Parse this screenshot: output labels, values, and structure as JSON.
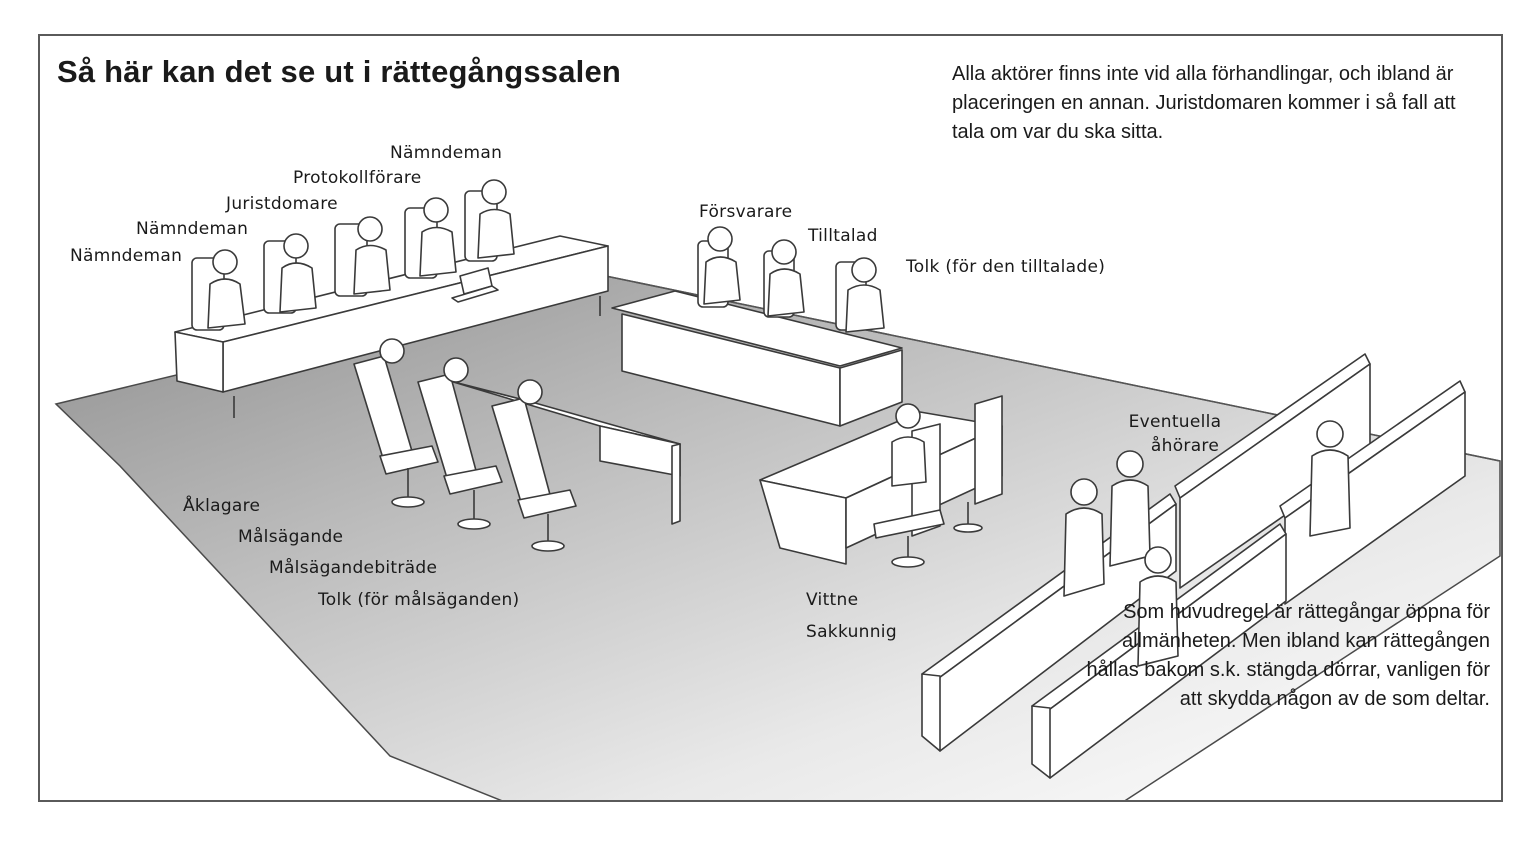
{
  "title": "Så här kan det se ut i rättegångssalen",
  "note_top": "Alla aktörer finns inte vid alla förhandlingar, och ibland är placeringen en annan. Juristdomaren kommer i så fall att tala om var du ska sitta.",
  "note_bottom": "Som huvudregel är rättegångar öppna för allmänheten. Men ibland kan rättegången hållas bakom s.k. stängda dörrar, vanligen för att skydda någon av de som deltar.",
  "labels": {
    "namndeman_1": "Nämndeman",
    "namndeman_2": "Nämndeman",
    "juristdomare": "Juristdomare",
    "protokollforare": "Protokollförare",
    "namndeman_3": "Nämndeman",
    "forsvarare": "Försvarare",
    "tilltalad": "Tilltalad",
    "tolk_tilltalade": "Tolk (för den tilltalade)",
    "aklagare": "Åklagare",
    "malsagande": "Målsägande",
    "malsagandebitrade": "Målsägandebiträde",
    "tolk_malsaganden": "Tolk (för målsäganden)",
    "vittne": "Vittne",
    "sakkunnig": "Sakkunnig",
    "eventuella_ahorare_1": "Eventuella",
    "eventuella_ahorare_2": "åhörare"
  },
  "colors": {
    "floor_dark": "#a4a4a4",
    "floor_light": "#f4f4f4",
    "line": "#3a3a3a",
    "frame": "#5a5a5a"
  }
}
